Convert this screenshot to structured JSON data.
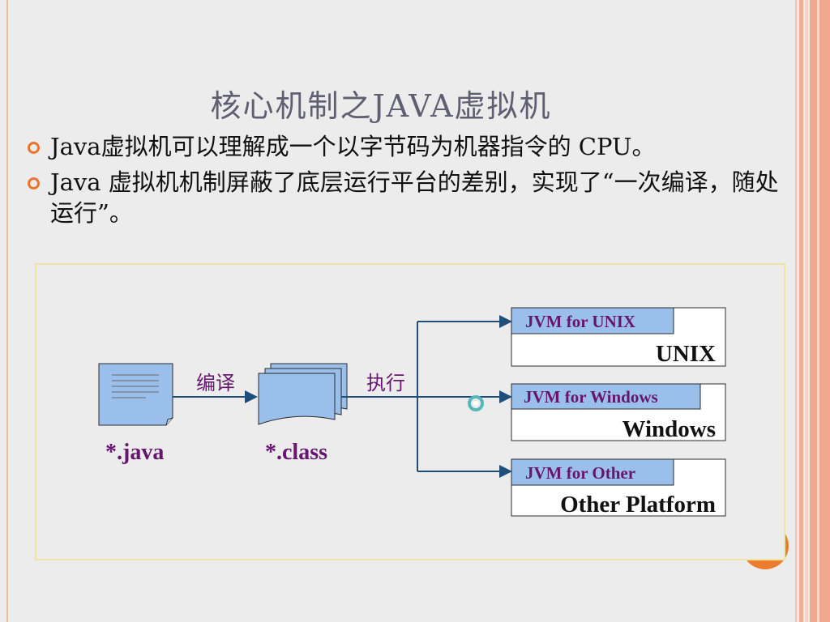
{
  "slide": {
    "title": "核心机制之JAVA虚拟机",
    "bullets": [
      "Java虚拟机可以理解成一个以字节码为机器指令的 CPU。",
      "Java 虚拟机机制屏蔽了底层运行平台的差别，实现了“一次编译，随处运行”。"
    ]
  },
  "diagram": {
    "source_label": "*.java",
    "class_label": "*.class",
    "compile_label": "编译",
    "execute_label": "执行",
    "platforms": [
      {
        "jvm": "JVM for UNIX",
        "os": "UNIX"
      },
      {
        "jvm": "JVM for Windows",
        "os": "Windows"
      },
      {
        "jvm": "JVM for Other",
        "os": "Other Platform"
      }
    ]
  },
  "colors": {
    "accent": "#e9752e",
    "doc_fill": "#99bfea",
    "label_purple": "#66166e",
    "arrow": "#1f4e79"
  }
}
